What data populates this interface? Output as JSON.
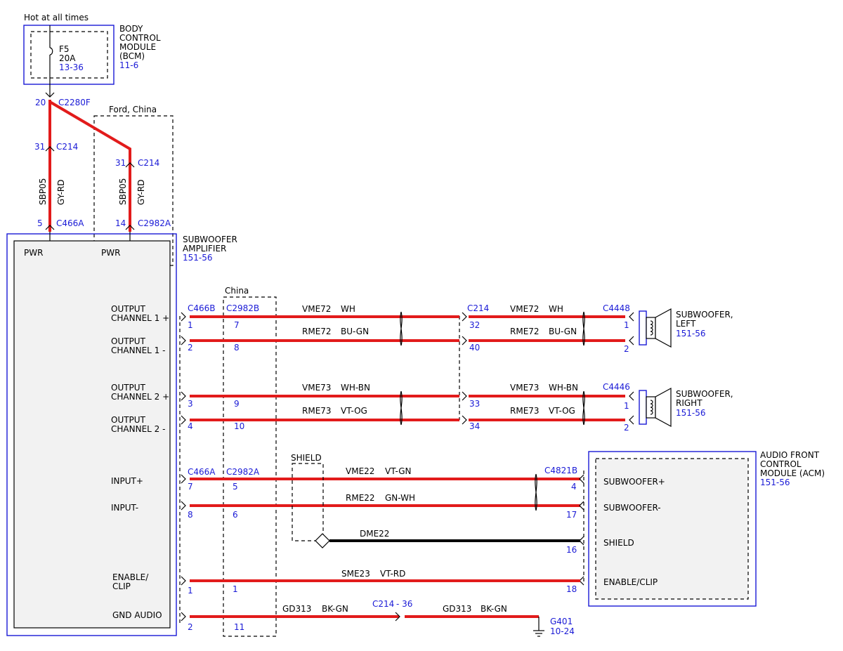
{
  "top": {
    "hot_label": "Hot at all times"
  },
  "bcm": {
    "name_lines": [
      "BODY",
      "CONTROL",
      "MODULE",
      "(BCM)"
    ],
    "ref": "11-6",
    "fuse_id": "F5",
    "fuse_rating": "20A",
    "fuse_ref": "13-36"
  },
  "splice": {
    "pin": "20",
    "connector": "C2280F"
  },
  "ford_china": {
    "label": "Ford, China"
  },
  "china": {
    "label": "China"
  },
  "left_branch": {
    "c214_pin": "31",
    "c214": "C214",
    "circuit": "SBP05",
    "color": "GY-RD",
    "amp_pin": "5",
    "amp_conn": "C466A"
  },
  "right_branch": {
    "c214_pin": "31",
    "c214": "C214",
    "circuit": "SBP05",
    "color": "GY-RD",
    "amp_pin": "14",
    "amp_conn": "C2982A"
  },
  "amp": {
    "name_lines": [
      "SUBWOOFER",
      "AMPLIFIER"
    ],
    "ref": "151-56",
    "pwr1": "PWR",
    "pwr2": "PWR",
    "out_ch1_pos": [
      "OUTPUT",
      "CHANNEL 1 +"
    ],
    "out_ch1_neg": [
      "OUTPUT",
      "CHANNEL 1 -"
    ],
    "out_ch2_pos": [
      "OUTPUT",
      "CHANNEL 2 +"
    ],
    "out_ch2_neg": [
      "OUTPUT",
      "CHANNEL 2 -"
    ],
    "input_pos": "INPUT+",
    "input_neg": "INPUT-",
    "enable": [
      "ENABLE/",
      "CLIP"
    ],
    "gnd": "GND AUDIO"
  },
  "conn_labels": {
    "c466b": "C466B",
    "c2982b": "C2982B",
    "c466a": "C466A",
    "c2982a": "C2982A",
    "c214": "C214",
    "c4448": "C4448",
    "c4446": "C4446",
    "c4821b": "C4821B",
    "c214_gnd": "C214",
    "c214_gnd_pin": "- 36"
  },
  "wires": [
    {
      "pin_a": "1",
      "pin_b": "7",
      "circuit": "VME72",
      "color": "WH",
      "pin_c": "32",
      "circuit2": "VME72",
      "color2": "WH",
      "pin_d": "1"
    },
    {
      "pin_a": "2",
      "pin_b": "8",
      "circuit": "RME72",
      "color": "BU-GN",
      "pin_c": "40",
      "circuit2": "RME72",
      "color2": "BU-GN",
      "pin_d": "2"
    },
    {
      "pin_a": "3",
      "pin_b": "9",
      "circuit": "VME73",
      "color": "WH-BN",
      "pin_c": "33",
      "circuit2": "VME73",
      "color2": "WH-BN",
      "pin_d": "1"
    },
    {
      "pin_a": "4",
      "pin_b": "10",
      "circuit": "RME73",
      "color": "VT-OG",
      "pin_c": "34",
      "circuit2": "RME73",
      "color2": "VT-OG",
      "pin_d": "2"
    }
  ],
  "inputs": [
    {
      "pin_a": "7",
      "pin_b": "5",
      "circuit": "VME22",
      "color": "VT-GN",
      "pin_d": "4"
    },
    {
      "pin_a": "8",
      "pin_b": "6",
      "circuit": "RME22",
      "color": "GN-WH",
      "pin_d": "17"
    }
  ],
  "shield": {
    "label": "SHIELD",
    "circuit": "DME22",
    "pin_d": "16"
  },
  "enable_wire": {
    "pin_a": "1",
    "pin_b": "1",
    "circuit": "SME23",
    "color": "VT-RD",
    "pin_d": "18"
  },
  "gnd_wire": {
    "pin_a": "2",
    "pin_b": "11",
    "circuit": "GD313",
    "color": "BK-GN",
    "circuit2": "GD313",
    "color2": "BK-GN",
    "ground": "G401",
    "ground_ref": "10-24"
  },
  "sub_left": {
    "name_lines": [
      "SUBWOOFER,",
      "LEFT"
    ],
    "ref": "151-56"
  },
  "sub_right": {
    "name_lines": [
      "SUBWOOFER,",
      "RIGHT"
    ],
    "ref": "151-56"
  },
  "acm": {
    "name_lines": [
      "AUDIO FRONT",
      "CONTROL",
      "MODULE (ACM)"
    ],
    "ref": "151-56",
    "sub_pos": "SUBWOOFER+",
    "sub_neg": "SUBWOOFER-",
    "shield": "SHIELD",
    "enable": "ENABLE/CLIP"
  },
  "colors": {
    "wire_red": "#e21b1b",
    "ref_blue": "#1a1ad6",
    "module_fill": "#f2f2f2"
  }
}
